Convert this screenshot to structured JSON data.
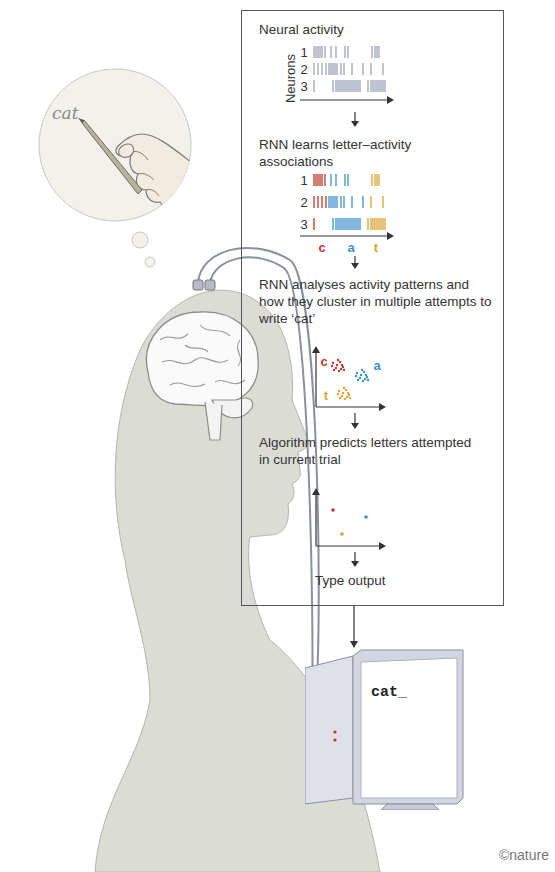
{
  "diagram": {
    "nodes": [
      {
        "text": [
          "Neural activity",
          "RNN learns letter–activity associations",
          "RNN analyses activity patterns and how they cluster in multiple attempts to write ‘cat’",
          "Algorithm predicts letters attempted in current trial",
          "Type output"
        ]
      },
      {
        "text": [
          "cat"
        ]
      },
      {
        "text": [
          "cat_"
        ]
      }
    ],
    "edges": [
      {
        "from": 0,
        "to": 2,
        "arrow": "to"
      }
    ],
    "labels": [
      "Neurons",
      "1",
      "2",
      "3",
      "1",
      "2",
      "3",
      "c",
      "a",
      "t",
      "c",
      "a",
      "t",
      "©nature"
    ]
  }
}
